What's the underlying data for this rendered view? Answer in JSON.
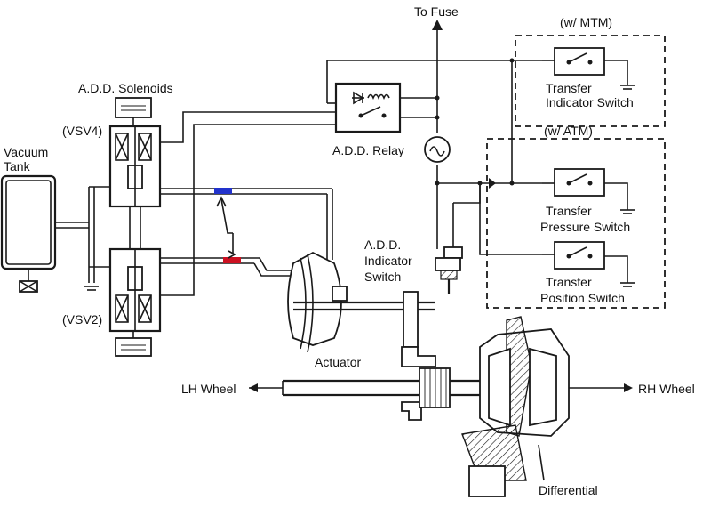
{
  "labels": {
    "to_fuse": "To Fuse",
    "w_mtm": "(w/ MTM)",
    "w_atm": "(w/ ATM)",
    "add_solenoids": "A.D.D. Solenoids",
    "vsv4": "(VSV4)",
    "vsv2": "(VSV2)",
    "vacuum_tank_line1": "Vacuum",
    "vacuum_tank_line2": "Tank",
    "add_relay": "A.D.D. Relay",
    "indicator_switch_line1": "A.D.D.",
    "indicator_switch_line2": "Indicator",
    "indicator_switch_line3": "Switch",
    "transfer_indicator_line1": "Transfer",
    "transfer_indicator_line2": "Indicator Switch",
    "transfer_pressure_line1": "Transfer",
    "transfer_pressure_line2": "Pressure Switch",
    "transfer_position_line1": "Transfer",
    "transfer_position_line2": "Position Switch",
    "actuator": "Actuator",
    "lh_wheel": "LH Wheel",
    "rh_wheel": "RH Wheel",
    "differential": "Differential"
  },
  "colors": {
    "line": "#1a1a1a",
    "marker_vsv4_port": "#2233cc",
    "marker_vsv2_port": "#cc1122"
  },
  "icons": {
    "indicator_lamp": "lamp-icon",
    "switch": "switch-icon",
    "ground": "ground-icon",
    "diode": "diode-icon",
    "relay_coil": "coil-icon"
  }
}
